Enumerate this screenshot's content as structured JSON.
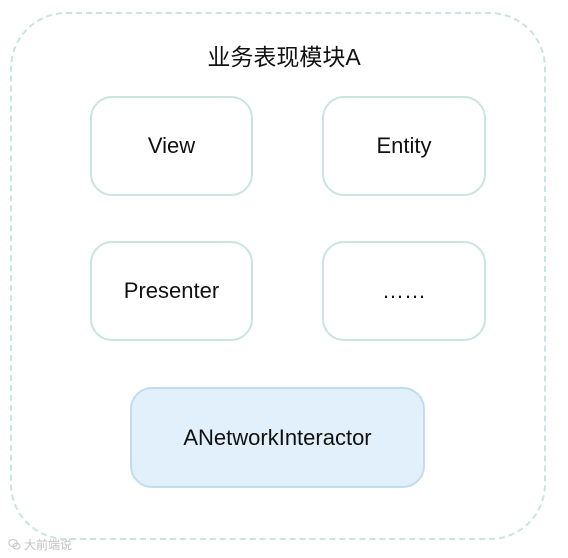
{
  "diagram": {
    "title": "业务表现模块A",
    "nodes": {
      "view": "View",
      "entity": "Entity",
      "presenter": "Presenter",
      "more": "……",
      "interactor": "ANetworkInteractor"
    }
  },
  "watermark": {
    "text": "大前端说",
    "icon": "wechat-logo-icon"
  },
  "colors": {
    "border": "#c9e4e2",
    "highlight_fill": "#e1f0fb",
    "highlight_border": "#c3dcec",
    "text": "#111111"
  }
}
